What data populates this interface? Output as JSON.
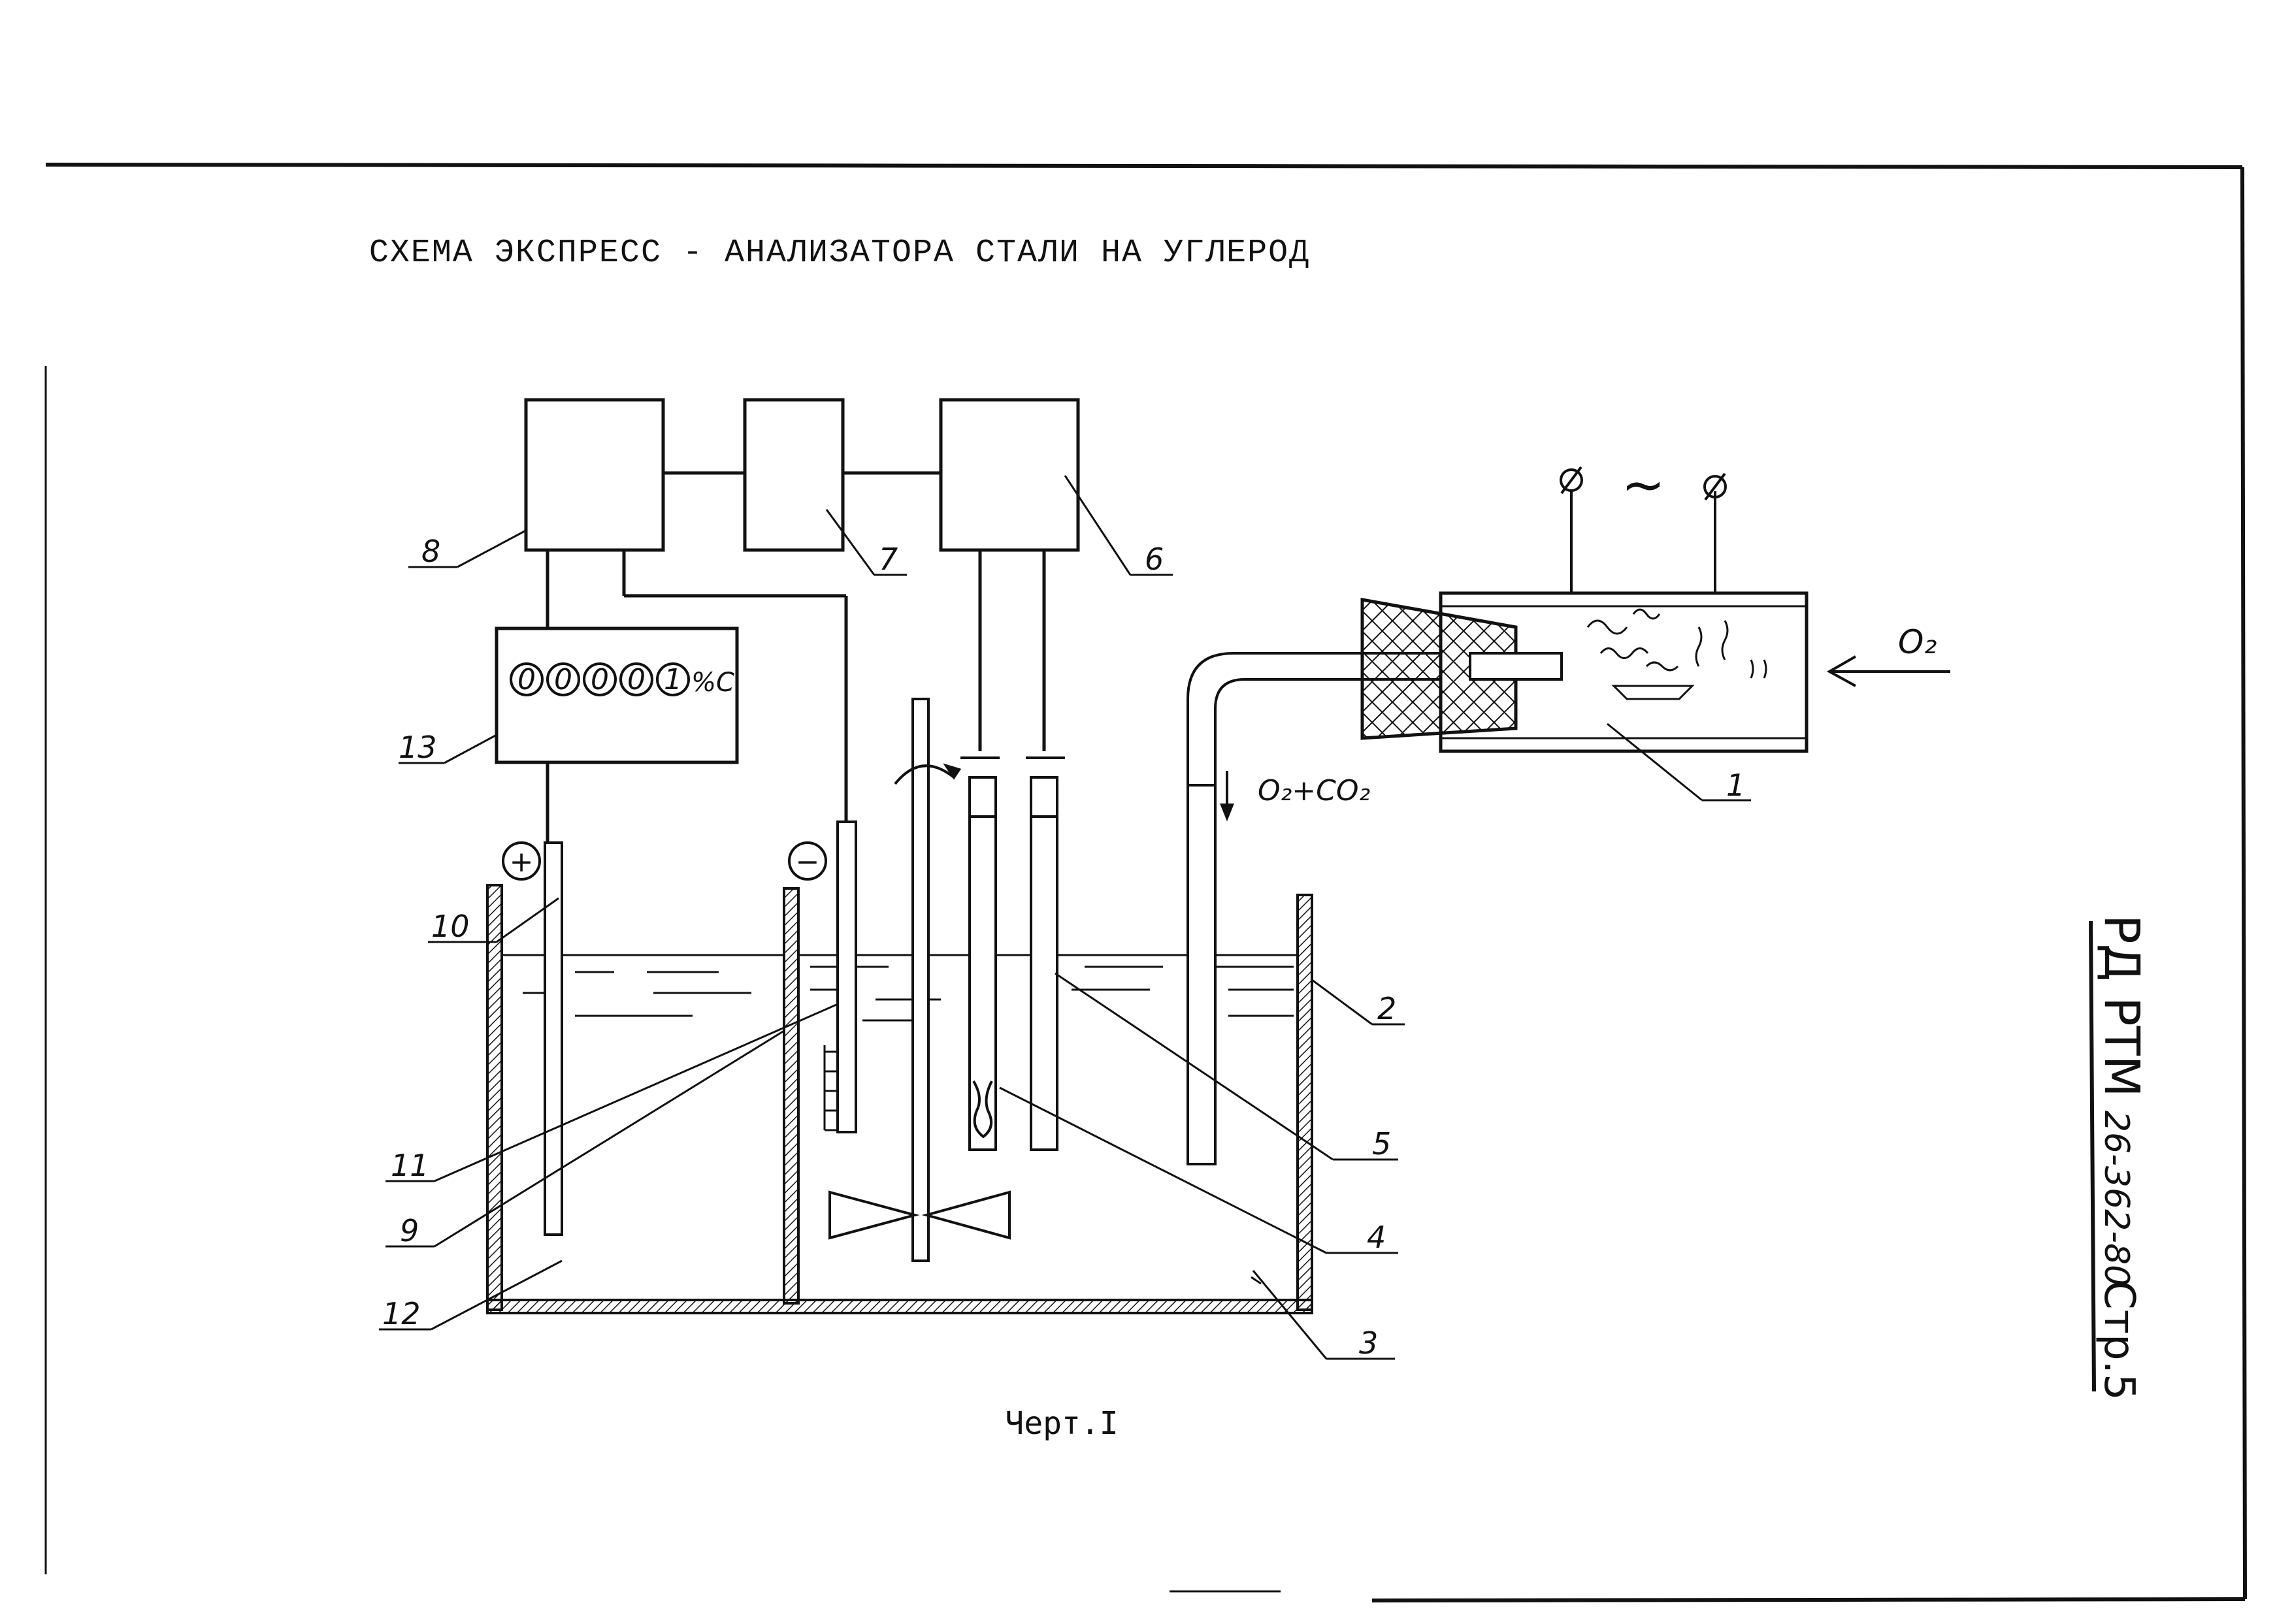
{
  "title": "СХЕМА ЭКСПРЕСС - АНАЛИЗАТОРА СТАЛИ НА УГЛЕРОД",
  "caption": "Черт.I",
  "stamp": {
    "main": "РД РТМ",
    "code": "26-362-80",
    "page": "Стр.5"
  },
  "display": {
    "digits": [
      "0",
      "0",
      "0",
      "0",
      "1"
    ],
    "unit": "%C"
  },
  "gas_labels": {
    "inlet": "O₂",
    "outlet": "O₂+CO₂"
  },
  "polarity": {
    "plus": "+",
    "minus": "−"
  },
  "power_symbol": "~",
  "part_labels": [
    "1",
    "2",
    "3",
    "4",
    "5",
    "6",
    "7",
    "8",
    "9",
    "10",
    "11",
    "12",
    "13"
  ]
}
